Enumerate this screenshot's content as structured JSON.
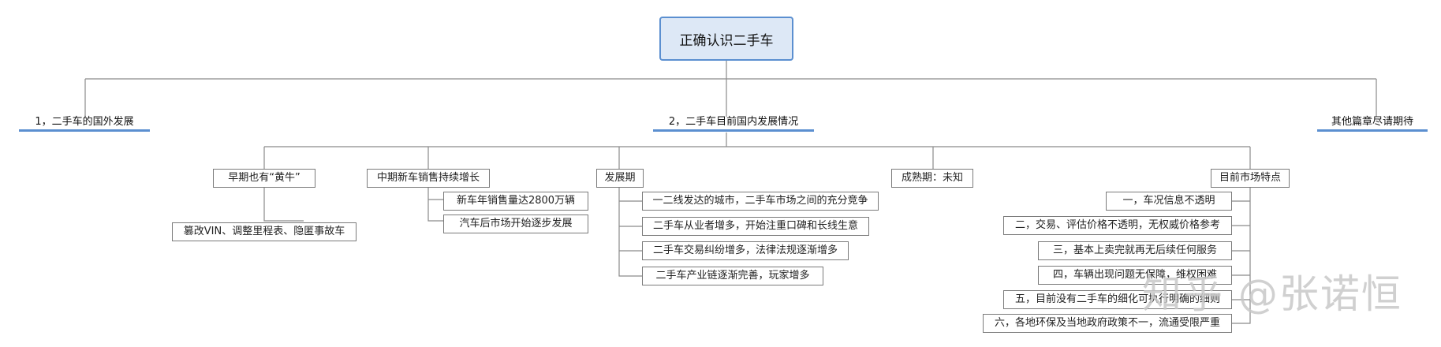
{
  "root": "正确认识二手车",
  "branches": {
    "foreign": "1，二手车的国外发展",
    "domestic": "2，二手车目前国内发展情况",
    "other": "其他篇章尽请期待"
  },
  "stages": {
    "early": {
      "label": "早期也有“黄牛”",
      "items": [
        "篡改VIN、调整里程表、隐匿事故车"
      ]
    },
    "middle": {
      "label": "中期新车销售持续增长",
      "items": [
        "新车年销售量达2800万辆",
        "汽车后市场开始逐步发展"
      ]
    },
    "growth": {
      "label": "发展期",
      "items": [
        "一二线发达的城市，二手车市场之间的充分竞争",
        "二手车从业者增多，开始注重口碑和长线生意",
        "二手车交易纠纷增多，法律法规逐渐增多",
        "二手车产业链逐渐完善，玩家增多"
      ]
    },
    "mature": {
      "label": "成熟期：未知"
    },
    "market": {
      "label": "目前市场特点",
      "items": [
        "一，车况信息不透明",
        "二，交易、评估价格不透明，无权威价格参考",
        "三，基本上卖完就再无后续任何服务",
        "四，车辆出现问题无保障，维权困难",
        "五，目前没有二手车的细化可执行明确的细则",
        "六，各地环保及当地政府政策不一，流通受限严重"
      ]
    }
  },
  "watermark": "知乎 @张诺恒"
}
